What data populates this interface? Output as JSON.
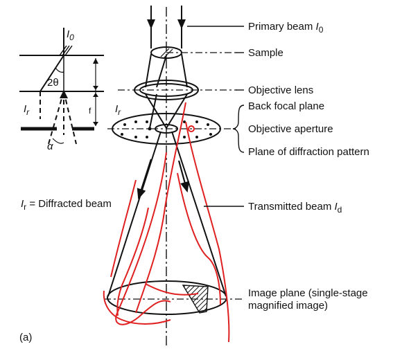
{
  "labels": {
    "primary_beam": "Primary beam",
    "primary_beam_symbol": "I",
    "primary_beam_sub": "0",
    "sample": "Sample",
    "objective_lens": "Objective lens",
    "back_focal_plane": "Back focal plane",
    "objective_aperture": "Objective aperture",
    "plane_of_diffraction": "Plane of diffraction pattern",
    "transmitted_beam": "Transmitted beam",
    "transmitted_beam_symbol": "I",
    "transmitted_beam_sub": "d",
    "diffracted_beam_symbol": "I",
    "diffracted_beam_sub": "r",
    "diffracted_beam_text": " = Diffracted beam",
    "image_plane_line1": "Image plane (single-stage",
    "image_plane_line2": "magnified image)",
    "panel_label": "(a)"
  },
  "inset": {
    "incident_symbol": "I",
    "incident_sub": "0",
    "angle_label": "2θ",
    "diffracted_symbol": "I",
    "diffracted_sub": "r",
    "aperture_angle": "α",
    "focal_length": "f"
  },
  "main_diffracted_symbol": "I",
  "main_diffracted_sub": "r",
  "colors": {
    "ink": "#111111",
    "annotation": "#e02020"
  }
}
